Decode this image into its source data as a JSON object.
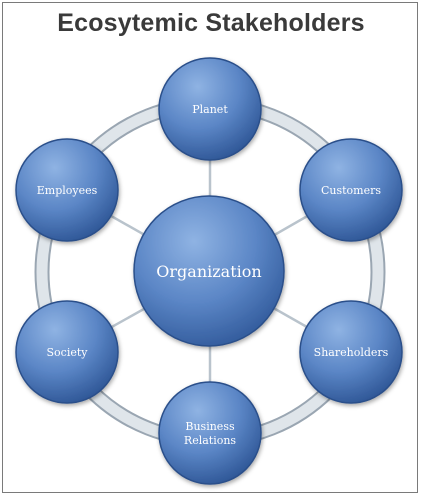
{
  "title": "Ecosytemic Stakeholders",
  "center": {
    "label": "Organization"
  },
  "stakeholders": [
    {
      "key": "planet",
      "lines": [
        "Planet"
      ]
    },
    {
      "key": "customers",
      "lines": [
        "Customers"
      ]
    },
    {
      "key": "shareholders",
      "lines": [
        "Shareholders"
      ]
    },
    {
      "key": "business-relations",
      "lines": [
        "Business",
        "Relations"
      ]
    },
    {
      "key": "society",
      "lines": [
        "Society"
      ]
    },
    {
      "key": "employees",
      "lines": [
        "Employees"
      ]
    }
  ],
  "colors": {
    "node_light": "#8fb3e3",
    "node_mid": "#5b86c6",
    "node_dark": "#2f5797",
    "node_stroke": "#2b4f8a",
    "ring": "#c9d3dc",
    "ring_edge": "#9aa6b2",
    "spoke": "#b9c3cc"
  }
}
